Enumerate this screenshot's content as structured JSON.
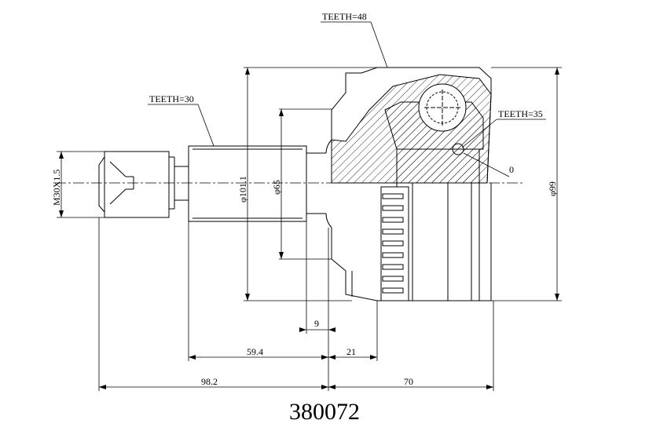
{
  "part_number": "380072",
  "callouts": {
    "teeth_outer": "TEETH=48",
    "teeth_shaft": "TEETH=30",
    "teeth_inner": "TEETH=35",
    "seal": "0"
  },
  "dims": {
    "thread": "M30X1.5",
    "d_shaft": "φ101.1",
    "d_65": "φ65",
    "d_99": "φ99",
    "w_9": "9",
    "w_59_4": "59.4",
    "w_21": "21",
    "w_98_2": "98.2",
    "w_70": "70"
  }
}
